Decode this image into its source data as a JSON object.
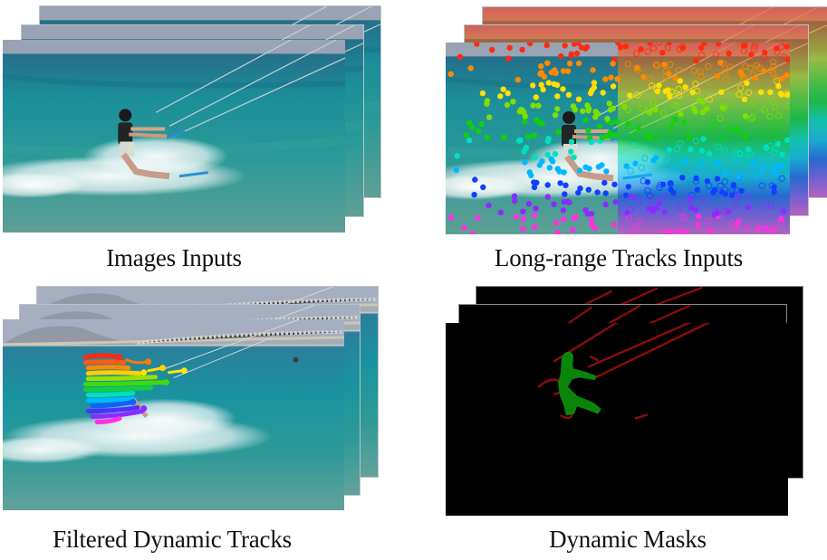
{
  "figure": {
    "panels": [
      {
        "id": "images-inputs",
        "caption": "Images Inputs",
        "content": "stack of 3 RGB video frames of a kitesurfer on turquoise sea"
      },
      {
        "id": "long-range-tracks",
        "caption": "Long-range Tracks Inputs",
        "content": "same frames overlaid with rainbow-colored dense point tracks (red at top to magenta at bottom)"
      },
      {
        "id": "filtered-dynamic-tracks",
        "caption": "Filtered Dynamic Tracks",
        "content": "frames with only moving-object tracks kept, clustered on the kitesurfer"
      },
      {
        "id": "dynamic-masks",
        "caption": "Dynamic Masks",
        "content": "black background with green person mask and dark-red kite-line masks"
      }
    ],
    "colors": {
      "sea_dark": "#1f7e86",
      "sea_light": "#5fa9a3",
      "sky": "#9aa6b8",
      "mask_background": "#000000",
      "mask_person": "#0a850a",
      "mask_lines": "#8b0d0d",
      "track_gradient": [
        "#ff2a10",
        "#ff8a00",
        "#ffe000",
        "#7ee000",
        "#10d010",
        "#00e0c0",
        "#00b8ff",
        "#1040ff",
        "#8a2cff",
        "#ff30e0"
      ]
    }
  }
}
